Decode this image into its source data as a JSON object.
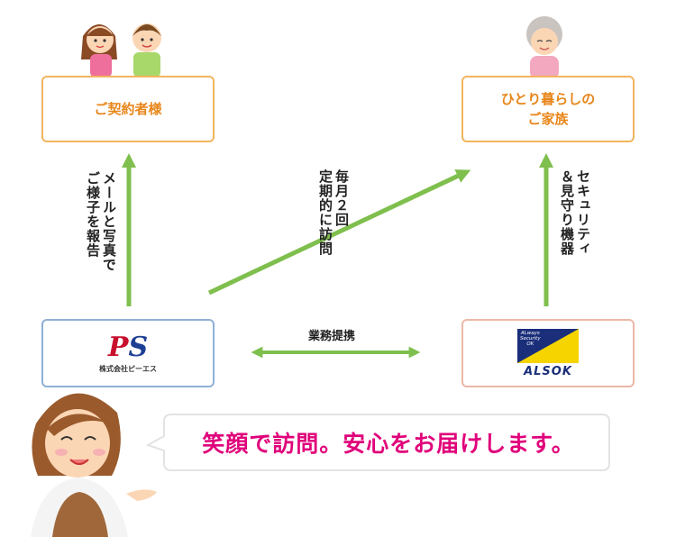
{
  "nodes": {
    "contractor": {
      "label": "ご契約者様"
    },
    "family": {
      "label_line1": "ひとり暮らしの",
      "label_line2": "ご家族"
    },
    "ps": {
      "logo_p": "P",
      "logo_s": "S",
      "company": "株式会社ピーエス"
    },
    "alsok": {
      "tag_line1": "ALways",
      "tag_line2": "Security",
      "tag_line3": "OK",
      "name": "ALSOK"
    }
  },
  "edges": {
    "report": "メールと写真で\nご様子を報告",
    "visit": "毎月２回\n定期的に訪問",
    "security": "セキュリティ\n＆見守り機器",
    "partnership": "業務提携"
  },
  "message": "笑顔で訪問。安心をお届けします。",
  "colors": {
    "arrow": "#7fbf4d",
    "orange": "#f3b45e",
    "pink_text": "#e0007a"
  }
}
